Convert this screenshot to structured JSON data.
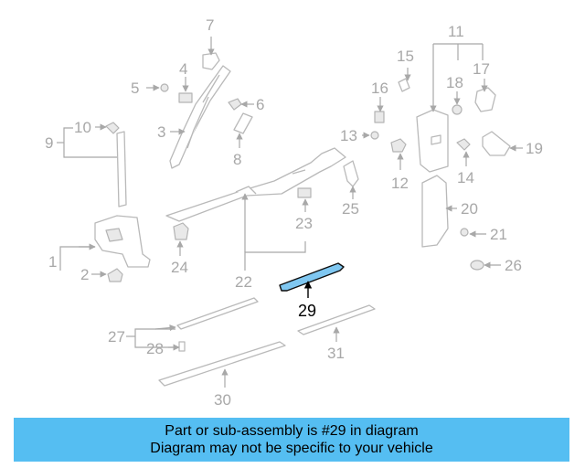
{
  "diagram": {
    "highlight_color": "#7fc7f1",
    "line_color": "#a8a8a8",
    "callouts": [
      "1",
      "2",
      "3",
      "4",
      "5",
      "6",
      "7",
      "8",
      "9",
      "10",
      "11",
      "12",
      "13",
      "14",
      "15",
      "16",
      "17",
      "18",
      "19",
      "20",
      "21",
      "22",
      "23",
      "24",
      "25",
      "26",
      "27",
      "28",
      "29",
      "30",
      "31"
    ],
    "highlighted_part": "29"
  },
  "banner": {
    "line1": "Part or sub-assembly is #29 in diagram",
    "line2": "Diagram may not be specific to your vehicle",
    "background": "#55bef2"
  }
}
